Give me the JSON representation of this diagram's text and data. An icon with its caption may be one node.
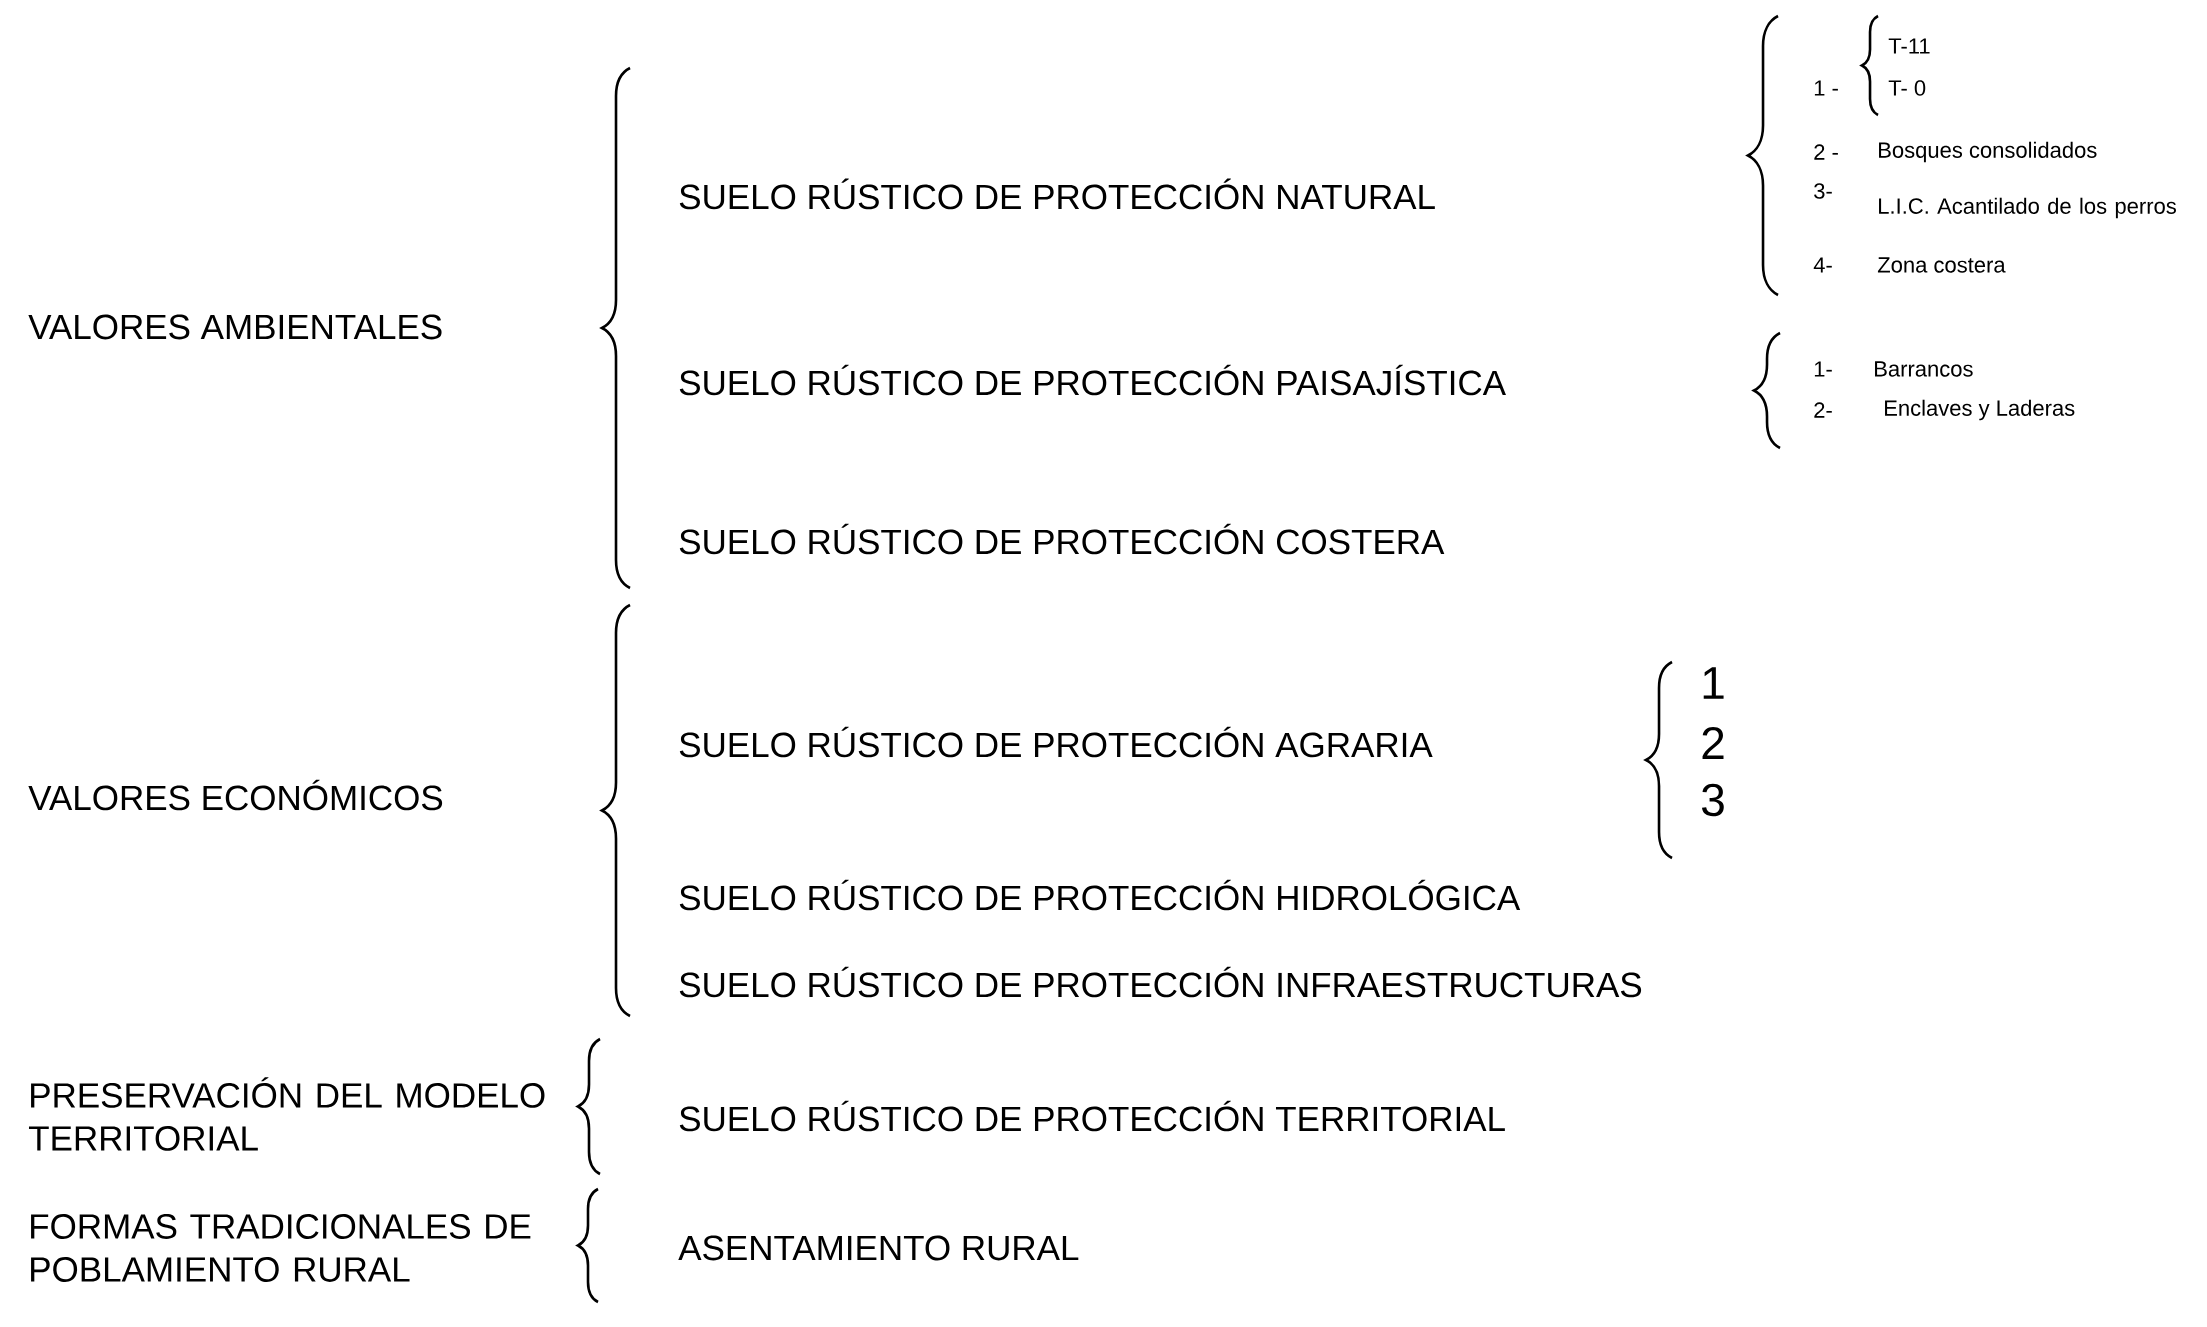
{
  "diagram": {
    "labels": [
      "VALORES AMBIENTALES",
      "SUELO RÚSTICO DE PROTECCIÓN NATURAL",
      "T-11",
      "1 -",
      "T- 0",
      "2 -",
      "Bosques consolidados",
      "3-",
      "L.I.C. Acantilado de los perros",
      "4-",
      "Zona costera",
      "SUELO RÚSTICO DE PROTECCIÓN PAISAJÍSTICA",
      "1-",
      "Barrancos",
      "2-",
      "Enclaves y Laderas",
      "SUELO RÚSTICO DE PROTECCIÓN COSTERA",
      "SUELO RÚSTICO DE PROTECCIÓN AGRARIA",
      "1",
      "VALORES ECONÓMICOS",
      "2",
      "3",
      "SUELO RÚSTICO DE PROTECCIÓN HIDROLÓGICA",
      "SUELO RÚSTICO DE PROTECCIÓN INFRAESTRUCTURAS",
      "PRESERVACIÓN DEL MODELO TERRITORIAL",
      "SUELO RÚSTICO DE PROTECCIÓN TERRITORIAL",
      "FORMAS TRADICIONALES DE POBLAMIENTO RURAL",
      "ASENTAMIENTO RURAL"
    ]
  }
}
